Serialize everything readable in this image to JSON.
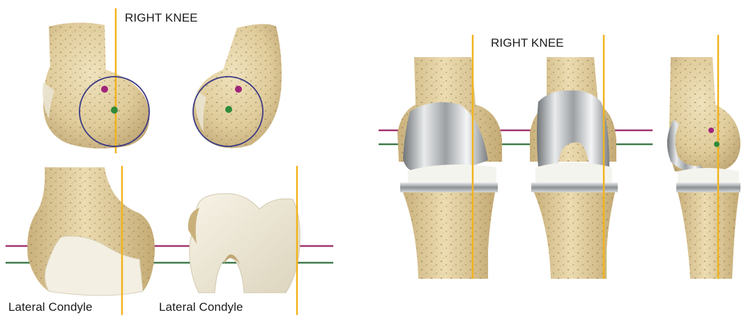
{
  "labels": {
    "right_knee_left_panel": "RIGHT KNEE",
    "right_knee_right_panel": "RIGHT KNEE",
    "lateral_condyle_1": "Lateral Condyle",
    "lateral_condyle_2": "Lateral Condyle"
  },
  "colors": {
    "bone": "#e3d3a8",
    "bone_shade": "#c9b483",
    "bone_pore": "#8f7a4d",
    "cartilage": "#f1ecdc",
    "implant_metal": "#b9bcbf",
    "implant_highlight": "#f2f3f4",
    "poly_insert": "#f4f4ee",
    "axis_line_orange": "#f2b31c",
    "circle_outline": "#3a3a85",
    "line_magenta": "#a0336f",
    "line_green": "#3f7a4a",
    "dot_magenta": "#a0257a",
    "dot_green": "#2e8b3a"
  }
}
